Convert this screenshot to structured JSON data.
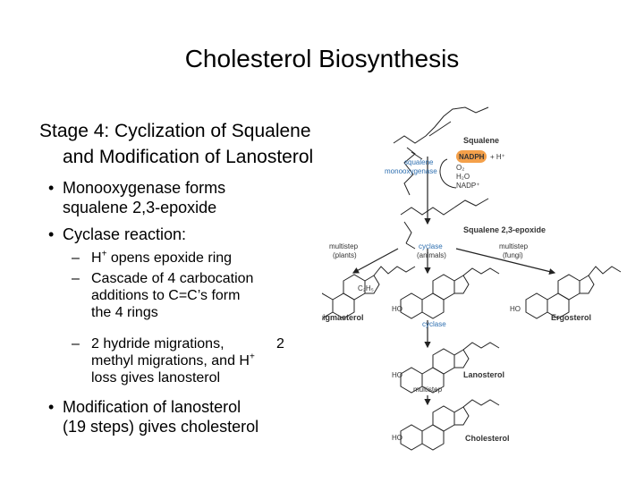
{
  "slide": {
    "title": "Cholesterol Biosynthesis",
    "stage_line1": "Stage 4: Cyclization of Squalene",
    "stage_line2": "and Modification of Lanosterol",
    "bullets": [
      {
        "line1": "Monooxygenase forms",
        "line2": "squalene 2,3-epoxide"
      },
      {
        "line1": "Cyclase reaction:"
      },
      {
        "line1": "Modification of lanosterol",
        "line2": "(19 steps) gives cholesterol"
      }
    ],
    "sub_bullets": [
      {
        "pre": "H",
        "sup": "+",
        "post": " opens epoxide ring"
      },
      {
        "line1": "Cascade of 4 carbocation",
        "line2": "additions to C=C’s form",
        "line3": "the 4 rings"
      },
      {
        "line1": "2 hydride migrations,",
        "line1_b": "2",
        "line2_pre": "methyl migrations, and H",
        "line2_sup": "+",
        "line3": "loss gives lanosterol"
      }
    ]
  },
  "diagram": {
    "squalene": "Squalene",
    "nadph": "NADPH",
    "plus_h": "+ H⁺",
    "o2": "O₂",
    "h2o": "H₂O",
    "nadp": "NADP⁺",
    "enzyme1": "squalene",
    "enzyme2": "monooxygenase",
    "epoxide": "Squalene 2,3-epoxide",
    "multistep_plants": "multistep",
    "plants": "(plants)",
    "cyclase_animals": "cyclase",
    "animals": "(animals)",
    "multistep_fungi": "multistep",
    "fungi": "(fungi)",
    "c2h5": "C₂H₅",
    "ho": "HO",
    "stigmasterol": "Stigmasterol",
    "ergosterol": "Ergosterol",
    "cyclase": "cyclase",
    "lanosterol": "Lanosterol",
    "multistep": "multistep",
    "cholesterol": "Cholesterol",
    "colors": {
      "enzyme": "#2e6fb0",
      "nadph_badge": "#f4a04a",
      "label": "#333333"
    }
  }
}
